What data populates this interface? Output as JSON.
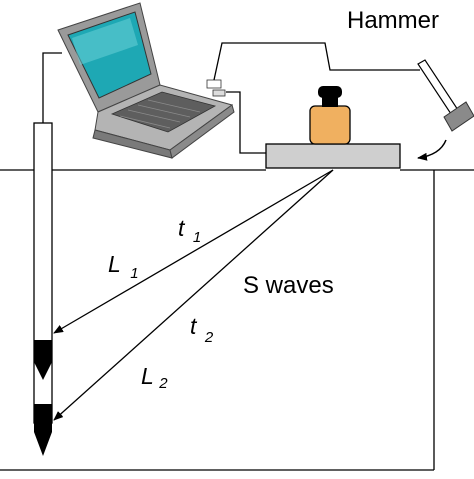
{
  "labels": {
    "hammer": "Hammer",
    "s_waves": "S waves",
    "t1": "t",
    "t1_sub": "1",
    "t2": "t",
    "t2_sub": "2",
    "l1": "L",
    "l1_sub": "1",
    "l2": "L",
    "l2_sub": "2"
  },
  "colors": {
    "laptop_body": "#9a9a9a",
    "laptop_dark": "#5e5e5e",
    "screen": "#1ea8b4",
    "screen_light": "#6fd3da",
    "weight": "#f0b060",
    "plate": "#cfcfcf",
    "hammer_head": "#8a8a8a",
    "line": "#000000"
  }
}
